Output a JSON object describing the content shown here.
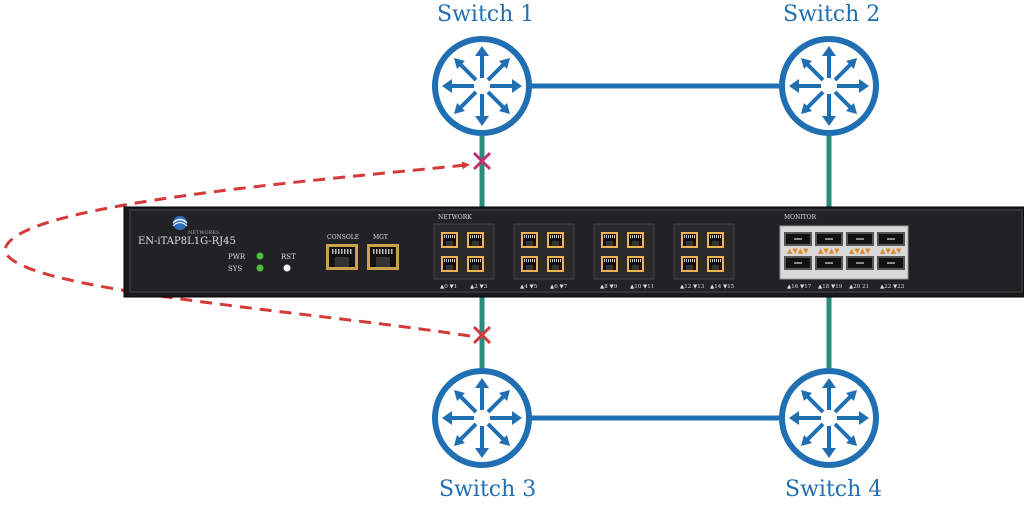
{
  "switches": {
    "s1": "Switch 1",
    "s2": "Switch 2",
    "s3": "Switch 3",
    "s4": "Switch 4"
  },
  "device": {
    "brand": "NETWORKS",
    "model": "EN-iTAP8L1G-RJ45",
    "led_pwr": "PWR",
    "led_sys": "SYS",
    "rst": "RST",
    "console": "CONSOLE",
    "mgt": "MGT",
    "network_label": "NETWORK",
    "monitor_label": "MONITOR",
    "network_port_labels": [
      "▲0 ▼1",
      "▲2 ▼3",
      "▲4 ▼5",
      "▲6 ▼7",
      "▲8 ▼9",
      "▲10 ▼11",
      "▲12 ▼13",
      "▲14 ▼15"
    ],
    "monitor_port_labels": [
      "▲16 ▼17",
      "▲18 ▼19",
      "▲20 21",
      "▲22 ▼23"
    ]
  },
  "colors": {
    "switch_blue": "#1f6fb2",
    "link_teal": "#2a8c7a",
    "chassis": "#1c1c1e",
    "dashed_red": "#d43a3a",
    "cross_pink": "#c0306e",
    "led_green": "#4bbf3a"
  }
}
